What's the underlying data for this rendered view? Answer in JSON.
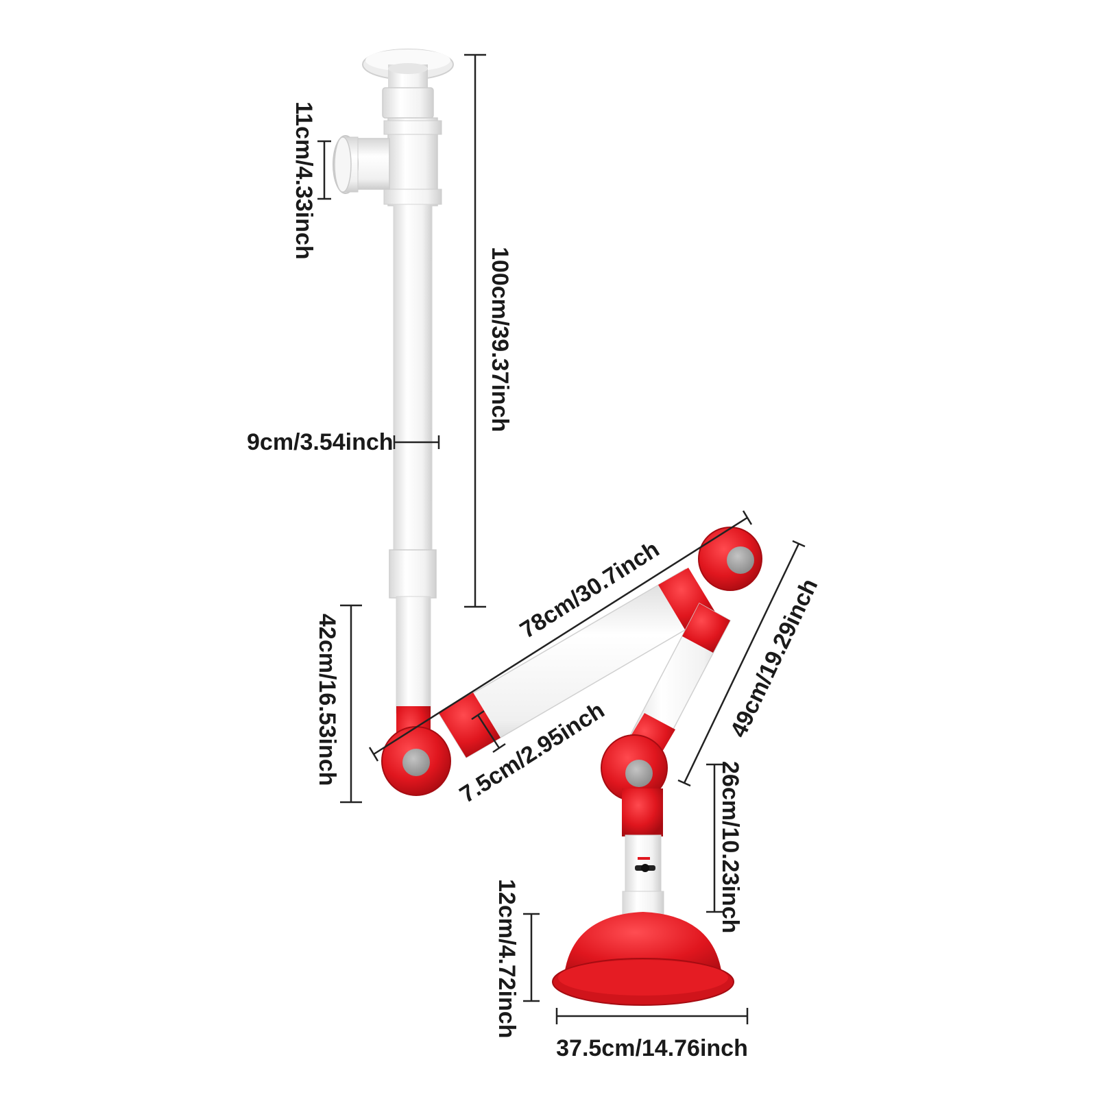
{
  "dimensions": {
    "ceiling_flange_width": "11cm/4.33inch",
    "upper_pipe_length": "100cm/39.37inch",
    "pipe_diameter": "9cm/3.54inch",
    "lower_pipe_length": "42cm/16.53inch",
    "upper_arm_length": "78cm/30.7inch",
    "arm_diameter": "7.5cm/2.95inch",
    "lower_arm_length": "49cm/19.29inch",
    "neck_length": "26cm/10.23inch",
    "hood_height": "12cm/4.72inch",
    "hood_diameter": "37.5cm/14.76inch"
  },
  "colors": {
    "pipe": "#f7f7f7",
    "pipe_shade": "#dcdcdc",
    "joint_red": "#e0161e",
    "joint_red_dark": "#b30e14",
    "knob_gray": "#9a9a9a"
  }
}
